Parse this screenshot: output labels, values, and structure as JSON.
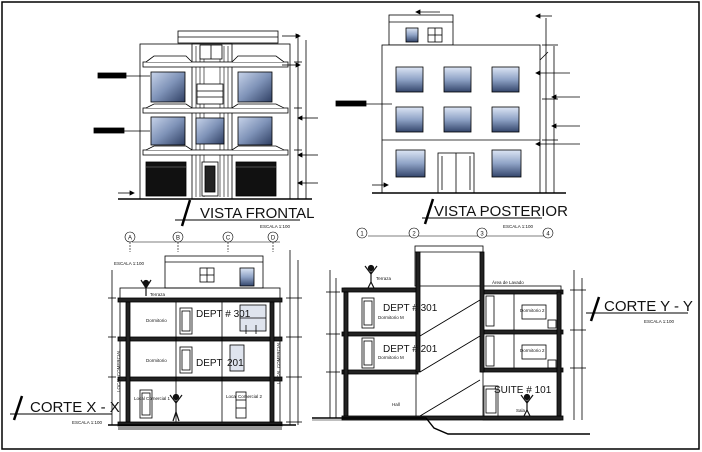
{
  "titles": {
    "vista_frontal": "VISTA FRONTAL",
    "vista_posterior": "VISTA POSTERIOR",
    "corte_xx": "CORTE X - X",
    "corte_yy": "CORTE Y - Y"
  },
  "scales": {
    "frontal": "ESCALA 1:100",
    "posterior": "ESCALA 1:100",
    "corte_xx_top": "ESCALA 1:100",
    "corte_xx": "ESCALA 1:100",
    "corte_yy": "ESCALA 1:100"
  },
  "axes_x": [
    "A",
    "B",
    "C",
    "D"
  ],
  "axes_y": [
    "1",
    "2",
    "3",
    "4"
  ],
  "corte_xx_labels": {
    "terraza": "Terraza",
    "dept_upper": "DEPT # 301",
    "dept_mid": "DEPT",
    "dept_mid_num": "201",
    "dormitorio_1": "Dormitorio",
    "dormitorio_2": "Dormitorio",
    "local_1": "Local Comercial 1",
    "local_2": "Local Comercial 2",
    "side_left": "LOCAL COMERCIAL",
    "side_right": "LOCAL COMERCIAL"
  },
  "corte_yy_labels": {
    "terraza": "Terraza",
    "area_lavado": "Área de Lavado",
    "dept_upper": "DEPT # 301",
    "dept_mid": "DEPT # 201",
    "suite": "SUITE # 101",
    "dorm_m_upper": "Dormitorio M",
    "dorm_m_mid": "Dormitorio M",
    "dorm_2_upper": "Dormitorio 2",
    "dorm_2_mid": "Dormitorio 2",
    "sala": "Sala",
    "hall": "Hall"
  }
}
